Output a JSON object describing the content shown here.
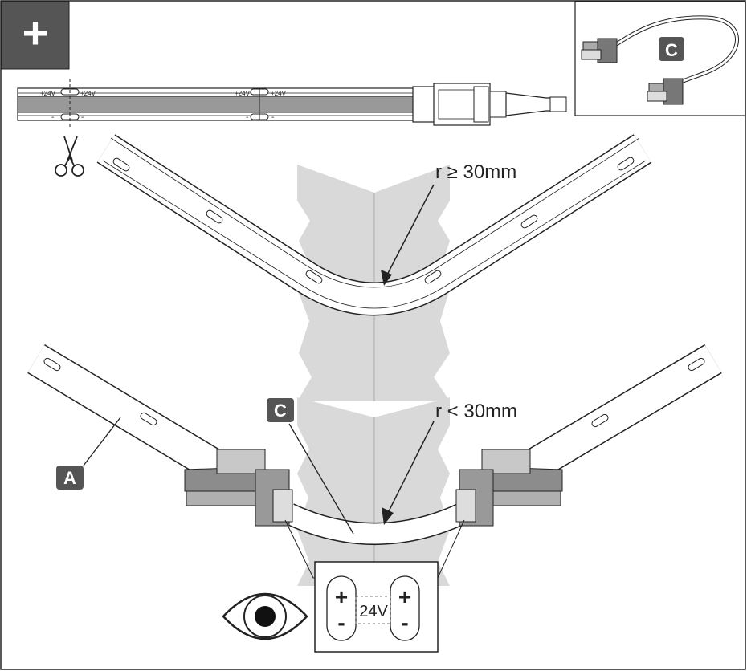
{
  "corner_badge": {
    "symbol": "+"
  },
  "strip": {
    "polarity_plus": "+24V",
    "polarity_minus": "-",
    "cut_icon": "scissors-icon"
  },
  "inset": {
    "label": "C"
  },
  "top_bend": {
    "radius_label": "r ≥ 30mm"
  },
  "bottom_bend": {
    "radius_label": "r < 30mm",
    "connector_label": "C",
    "strip_label": "A"
  },
  "detail": {
    "plus_symbol": "+",
    "minus_symbol": "-",
    "voltage": "24V",
    "eye_icon": "eye-icon"
  },
  "colors": {
    "badge_fill": "#555555",
    "wall": "#d9d9d9",
    "strip_body": "#999999",
    "clip_gray": "#8c8c8c"
  }
}
